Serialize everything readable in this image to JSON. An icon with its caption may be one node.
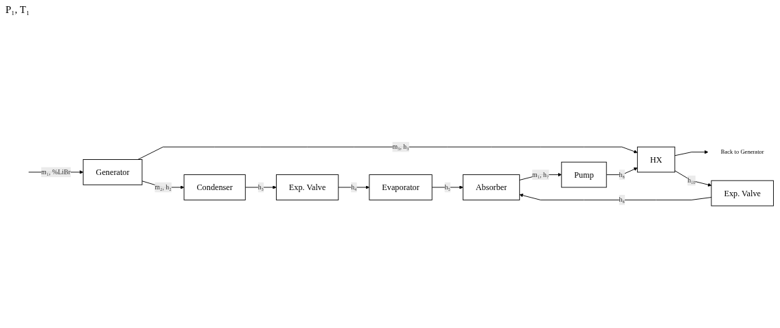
{
  "diagram": {
    "nodes": [
      {
        "text": [
          "Generator"
        ]
      },
      {
        "text": [
          "Condenser"
        ]
      },
      {
        "text": [
          "HX"
        ]
      },
      {
        "text": [
          "Back to Generator"
        ]
      },
      {
        "text": [
          "Exp. Valve"
        ]
      },
      {
        "text": [
          "Pump"
        ]
      },
      {
        "text": [
          "Exp. Valve"
        ]
      },
      {
        "text": [
          "Absorber"
        ]
      },
      {
        "text": [
          "Evaporator"
        ]
      }
    ],
    "edges": [
      {
        "from": null,
        "to": 0,
        "arrow": "to",
        "label": "m₁, %LiBr"
      },
      {
        "from": 0,
        "to": 1,
        "arrow": "to",
        "label": "m₂, h₂"
      },
      {
        "from": 0,
        "to": 2,
        "arrow": "to",
        "label": "m₃, h₃"
      },
      {
        "from": 1,
        "to": 4,
        "arrow": "to",
        "label": "h₃"
      },
      {
        "from": 2,
        "to": 3,
        "arrow": "to"
      },
      {
        "from": 5,
        "to": 2,
        "arrow": "to",
        "label": "h₈"
      },
      {
        "from": 2,
        "to": 6,
        "arrow": "to",
        "label": "h₁₀"
      },
      {
        "from": 4,
        "to": 8,
        "arrow": "to",
        "label": "h₄"
      },
      {
        "from": 6,
        "to": 7,
        "arrow": "to",
        "label": "h₆"
      },
      {
        "from": 7,
        "to": 5,
        "arrow": "to",
        "label": "m₁, h₇"
      },
      {
        "from": 8,
        "to": 7,
        "arrow": "to",
        "label": "h₅"
      }
    ],
    "labels": [
      "P₁, T₁"
    ]
  }
}
